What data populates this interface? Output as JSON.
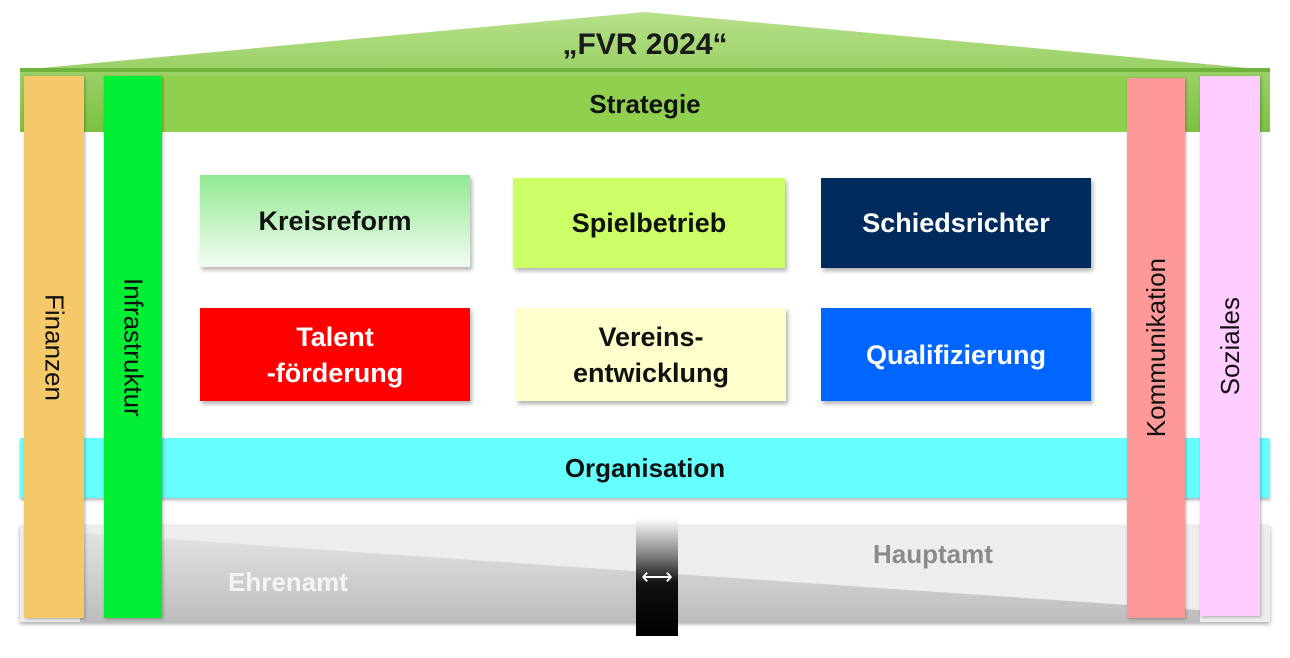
{
  "title": "„FVR 2024“",
  "bands": {
    "strategie": "Strategie",
    "organisation": "Organisation"
  },
  "pillars": {
    "finanzen": "Finanzen",
    "infrastruktur": "Infrastruktur",
    "kommunikation": "Kommunikation",
    "soziales": "Soziales"
  },
  "boxes": [
    {
      "label": "Kreisreform",
      "color": "#c8f0c8"
    },
    {
      "label": "Spielbetrieb",
      "color": "#ccff66"
    },
    {
      "label": "Schiedsrichter",
      "color": "#002b5c"
    },
    {
      "label": "Talent\n-förderung",
      "color": "#ff0000"
    },
    {
      "label": "Vereins-\nentwicklung",
      "color": "#ffffcc"
    },
    {
      "label": "Qualifizierung",
      "color": "#0066ff"
    }
  ],
  "floor": {
    "left_label": "Ehrenamt",
    "right_label": "Hauptamt",
    "slider_icon": "left-right-arrow-icon"
  },
  "colors": {
    "roof": "#8fd14f",
    "strategie": "#8fd14f",
    "organisation": "#66ffff",
    "finanzen": "#f5c86a",
    "infrastruktur": "#00ee33",
    "kommunikation": "#ff9999",
    "soziales": "#ffccff"
  }
}
